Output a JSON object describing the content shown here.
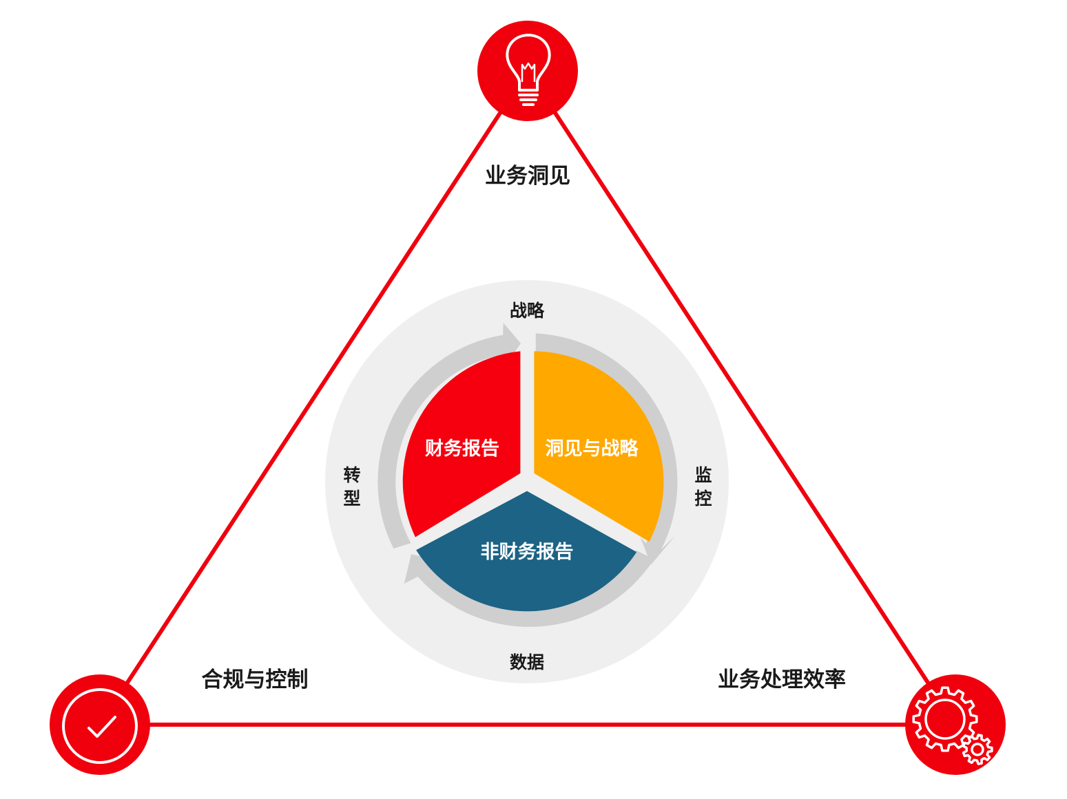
{
  "triangle": {
    "corners": {
      "top": {
        "label": "业务洞见",
        "icon": "lightbulb-icon"
      },
      "bottom_left": {
        "label": "合规与控制",
        "icon": "checkmark-icon"
      },
      "bottom_right": {
        "label": "业务处理效率",
        "icon": "gears-icon"
      }
    },
    "color": "#f0000d"
  },
  "wheel": {
    "segments": [
      {
        "label": "财务报告",
        "color": "#f6000f"
      },
      {
        "label": "洞见与战略",
        "color": "#ffa800"
      },
      {
        "label": "非财务报告",
        "color": "#1c6385"
      }
    ],
    "flow_labels": {
      "top": "战略",
      "right": [
        "监",
        "控"
      ],
      "bottom": "数据",
      "left": [
        "转",
        "型"
      ]
    },
    "background_color": "#efefef",
    "arrow_ring_color": "#cfcfcf"
  }
}
